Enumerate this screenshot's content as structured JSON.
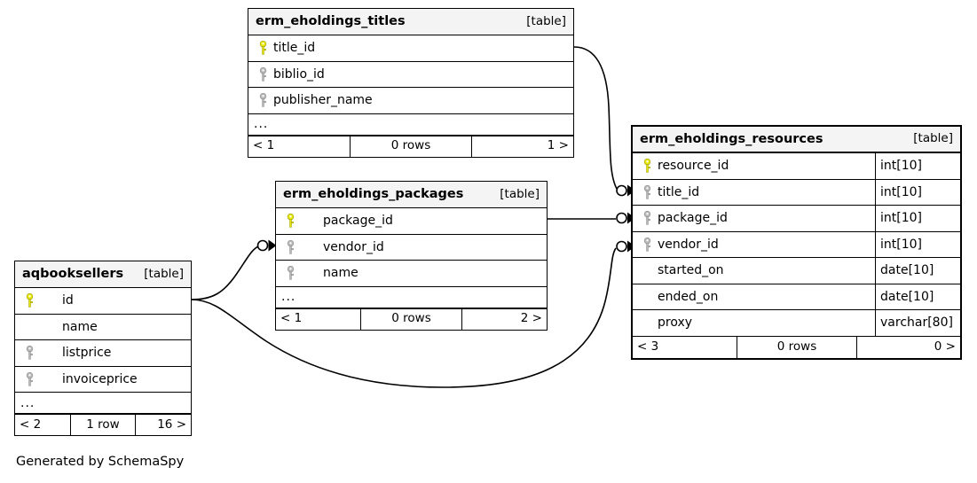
{
  "diagram": {
    "generator_note": "Generated by SchemaSpy",
    "table_tag": "[table]",
    "ellipsis": "...",
    "pk_color": "#e8e80c",
    "fk_color": "#b0b0b0",
    "header_bg": "#f4f4f4",
    "line_color": "#000000"
  },
  "tables": [
    {
      "id": "erm_eholdings_titles",
      "name": "erm_eholdings_titles",
      "tag": "[table]",
      "focal": false,
      "indent": false,
      "show_types": false,
      "columns": [
        {
          "name": "title_id",
          "key": "primary",
          "type": ""
        },
        {
          "name": "biblio_id",
          "key": "index",
          "type": ""
        },
        {
          "name": "publisher_name",
          "key": "index",
          "type": ""
        }
      ],
      "has_ellipsis": true,
      "footer": {
        "left": "< 1",
        "middle": "0 rows",
        "right": "1 >"
      }
    },
    {
      "id": "erm_eholdings_packages",
      "name": "erm_eholdings_packages",
      "tag": "[table]",
      "focal": false,
      "indent": true,
      "show_types": false,
      "columns": [
        {
          "name": "package_id",
          "key": "primary",
          "type": ""
        },
        {
          "name": "vendor_id",
          "key": "index",
          "type": ""
        },
        {
          "name": "name",
          "key": "index",
          "type": ""
        }
      ],
      "has_ellipsis": true,
      "footer": {
        "left": "< 1",
        "middle": "0 rows",
        "right": "2 >"
      }
    },
    {
      "id": "aqbooksellers",
      "name": "aqbooksellers",
      "tag": "[table]",
      "focal": false,
      "indent": true,
      "show_types": false,
      "columns": [
        {
          "name": "id",
          "key": "primary",
          "type": ""
        },
        {
          "name": "name",
          "key": "none",
          "type": ""
        },
        {
          "name": "listprice",
          "key": "index",
          "type": ""
        },
        {
          "name": "invoiceprice",
          "key": "index",
          "type": ""
        }
      ],
      "has_ellipsis": true,
      "footer": {
        "left": "< 2",
        "middle": "1 row",
        "right": "16 >"
      }
    },
    {
      "id": "erm_eholdings_resources",
      "name": "erm_eholdings_resources",
      "tag": "[table]",
      "focal": true,
      "indent": false,
      "show_types": true,
      "columns": [
        {
          "name": "resource_id",
          "key": "primary",
          "type": "int[10]"
        },
        {
          "name": "title_id",
          "key": "index",
          "type": "int[10]"
        },
        {
          "name": "package_id",
          "key": "index",
          "type": "int[10]"
        },
        {
          "name": "vendor_id",
          "key": "index",
          "type": "int[10]"
        },
        {
          "name": "started_on",
          "key": "none",
          "type": "date[10]"
        },
        {
          "name": "ended_on",
          "key": "none",
          "type": "date[10]"
        },
        {
          "name": "proxy",
          "key": "none",
          "type": "varchar[80]"
        }
      ],
      "has_ellipsis": false,
      "footer": {
        "left": "< 3",
        "middle": "0 rows",
        "right": "0 >"
      }
    }
  ],
  "relationships": [
    {
      "from_table": "erm_eholdings_titles",
      "from_column": "title_id",
      "to_table": "erm_eholdings_resources",
      "to_column": "title_id"
    },
    {
      "from_table": "erm_eholdings_packages",
      "from_column": "package_id",
      "to_table": "erm_eholdings_resources",
      "to_column": "package_id"
    },
    {
      "from_table": "aqbooksellers",
      "from_column": "id",
      "to_table": "erm_eholdings_packages",
      "to_column": "vendor_id"
    },
    {
      "from_table": "aqbooksellers",
      "from_column": "id",
      "to_table": "erm_eholdings_resources",
      "to_column": "vendor_id"
    }
  ]
}
